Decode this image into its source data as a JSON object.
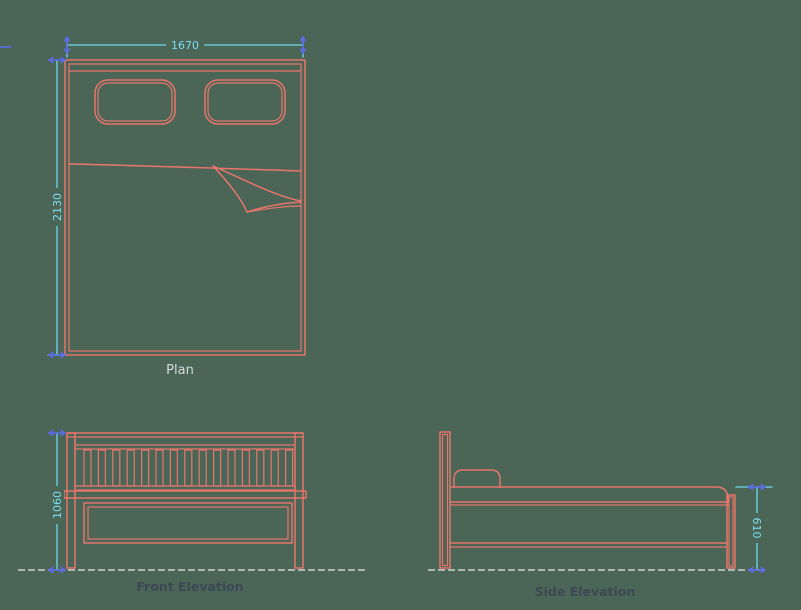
{
  "drawing": {
    "plan": {
      "label": "Plan",
      "width_dim": "1670",
      "length_dim": "2130"
    },
    "front_elevation": {
      "label": "Front Elevation",
      "height_dim": "1060"
    },
    "side_elevation": {
      "label": "Side Elevation",
      "height_dim": "610"
    },
    "colors": {
      "background": "#4b6656",
      "outline": "#e8756c",
      "dimension_line": "#6fd8ec",
      "dimension_text": "#7adef2",
      "arrow": "#5b6cee",
      "ground_line": "#e9e9e9",
      "label_plan": "#d5dade",
      "label_elevation": "#3d4855"
    }
  }
}
